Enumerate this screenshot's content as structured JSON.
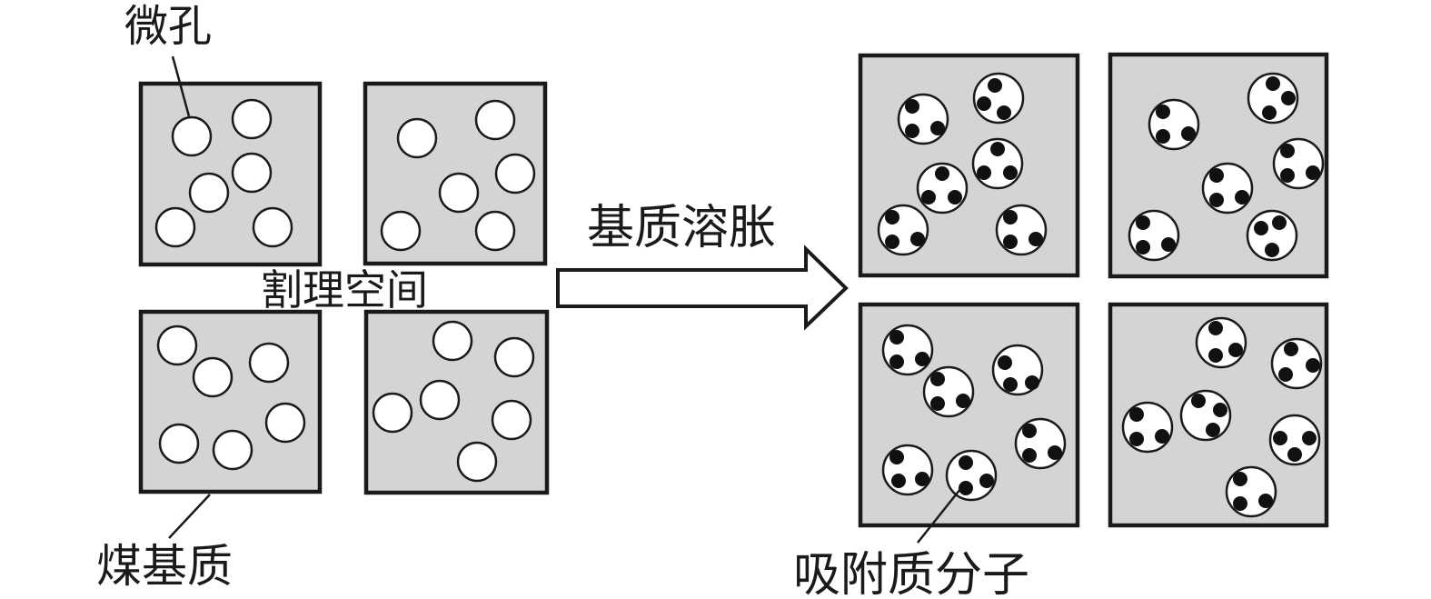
{
  "labels": {
    "micropore": "微孔",
    "cleat_space": "割理空间",
    "coal_matrix": "煤基质",
    "matrix_swelling": "基质溶胀",
    "adsorbate_molecule": "吸附质分子"
  },
  "colors": {
    "matrix_fill": "#d4d4d4",
    "border": "#1a1a1a",
    "pore_fill": "#ffffff",
    "molecule_fill": "#111111"
  },
  "before_state": {
    "blocks": [
      {
        "name": "matrix-block-top-left",
        "pores": 6
      },
      {
        "name": "matrix-block-top-right",
        "pores": 6
      },
      {
        "name": "matrix-block-bottom-left",
        "pores": 6
      },
      {
        "name": "matrix-block-bottom-right",
        "pores": 6
      }
    ]
  },
  "after_state": {
    "blocks": [
      {
        "name": "swollen-block-top-left",
        "pores": 6,
        "molecules_per_pore": 3
      },
      {
        "name": "swollen-block-top-right",
        "pores": 6,
        "molecules_per_pore": 3
      },
      {
        "name": "swollen-block-bottom-left",
        "pores": 6,
        "molecules_per_pore": 3
      },
      {
        "name": "swollen-block-bottom-right",
        "pores": 6,
        "molecules_per_pore": 3
      }
    ]
  }
}
